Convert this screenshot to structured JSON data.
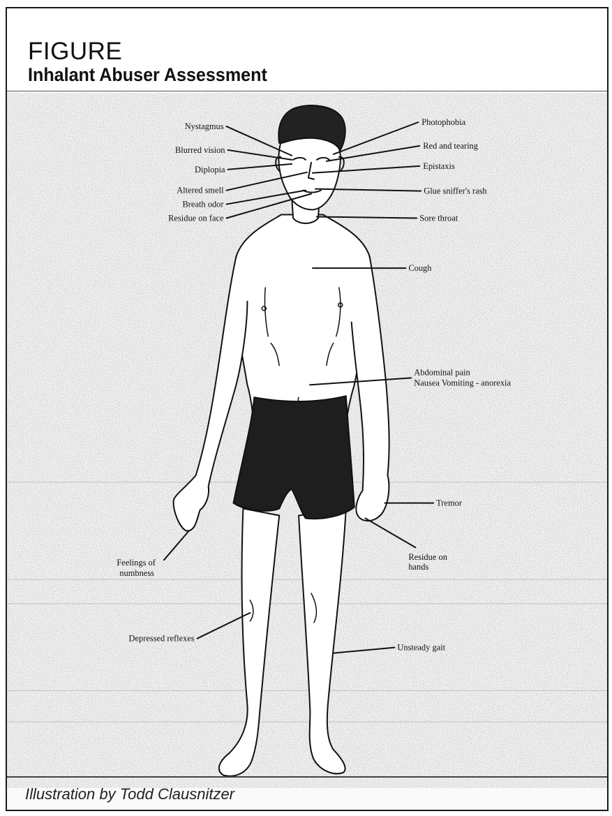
{
  "figure": {
    "label": "FIGURE",
    "title": "Inhalant Abuser Assessment",
    "credit": "Illustration by Todd Clausnitzer"
  },
  "labels": {
    "nystagmus": "Nystagmus",
    "blurred_vision": "Blurred vision",
    "diplopia": "Diplopia",
    "altered_smell": "Altered smell",
    "breath_odor": "Breath odor",
    "residue_on_face": "Residue on face",
    "photophobia": "Photophobia",
    "red_and_tearing": "Red and tearing",
    "epistaxis": "Epistaxis",
    "glue_sniffers_rash": "Glue sniffer's rash",
    "sore_throat": "Sore throat",
    "cough": "Cough",
    "abdominal_pain": "Abdominal pain",
    "nausea_vomiting": "Nausea Vomiting - anorexia",
    "tremor": "Tremor",
    "residue_on_hands_1": "Residue on",
    "residue_on_hands_2": "hands",
    "feelings_of_numbness_1": "Feelings of",
    "feelings_of_numbness_2": "numbness",
    "depressed_reflexes": "Depressed reflexes",
    "unsteady_gait": "Unsteady gait"
  },
  "colors": {
    "ink": "#111111",
    "shorts": "#1e1e1e",
    "noise": "#8c8c8c"
  }
}
